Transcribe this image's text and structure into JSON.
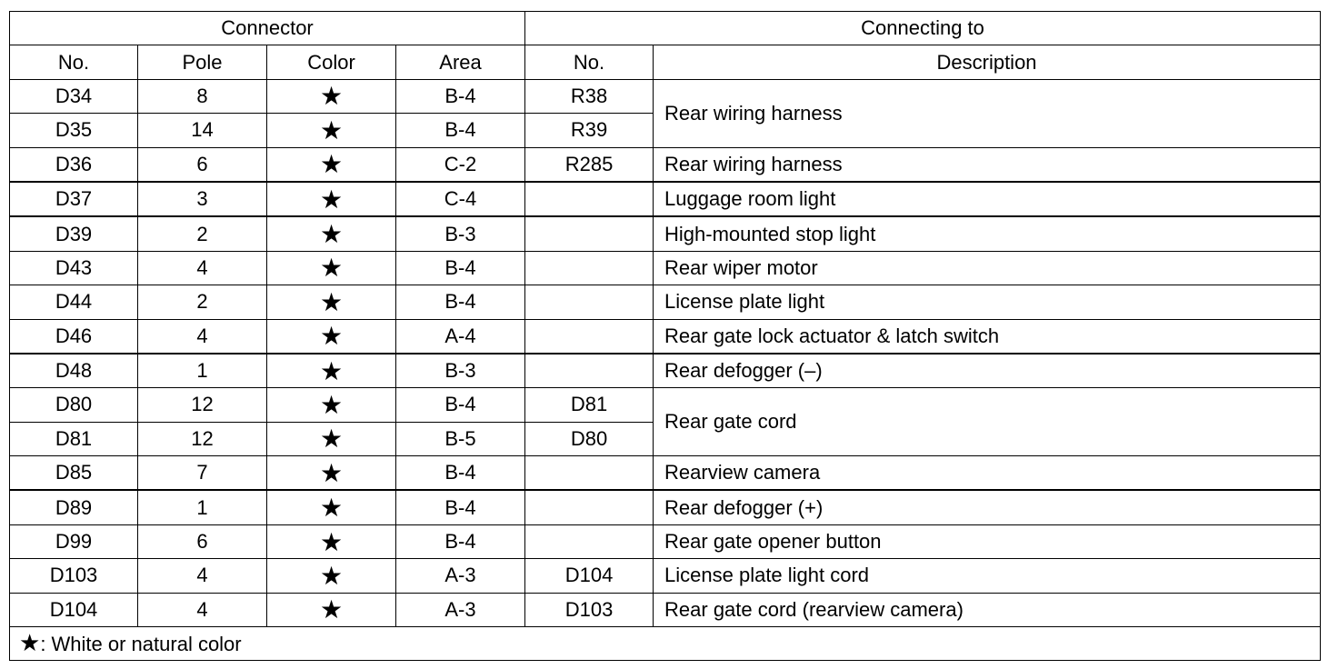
{
  "header": {
    "group_connector": "Connector",
    "group_connecting_to": "Connecting to",
    "col_no": "No.",
    "col_pole": "Pole",
    "col_color": "Color",
    "col_area": "Area",
    "col_to_no": "No.",
    "col_description": "Description"
  },
  "star_icon": "★",
  "rows": [
    {
      "no": "D34",
      "pole": "8",
      "area": "B-4",
      "to_no": "R38",
      "description": "Rear wiring harness",
      "desc_span": 2,
      "sep": false
    },
    {
      "no": "D35",
      "pole": "14",
      "area": "B-4",
      "to_no": "R39",
      "desc_span": 0,
      "sep": false
    },
    {
      "no": "D36",
      "pole": "6",
      "area": "C-2",
      "to_no": "R285",
      "description": "Rear wiring harness",
      "desc_span": 1,
      "sep": false
    },
    {
      "no": "D37",
      "pole": "3",
      "area": "C-4",
      "to_no": "",
      "description": "Luggage room light",
      "desc_span": 1,
      "sep": true
    },
    {
      "no": "D39",
      "pole": "2",
      "area": "B-3",
      "to_no": "",
      "description": "High-mounted stop light",
      "desc_span": 1,
      "sep": true
    },
    {
      "no": "D43",
      "pole": "4",
      "area": "B-4",
      "to_no": "",
      "description": "Rear wiper motor",
      "desc_span": 1,
      "sep": false
    },
    {
      "no": "D44",
      "pole": "2",
      "area": "B-4",
      "to_no": "",
      "description": "License plate light",
      "desc_span": 1,
      "sep": false
    },
    {
      "no": "D46",
      "pole": "4",
      "area": "A-4",
      "to_no": "",
      "description": "Rear gate lock actuator & latch switch",
      "desc_span": 1,
      "sep": false
    },
    {
      "no": "D48",
      "pole": "1",
      "area": "B-3",
      "to_no": "",
      "description": "Rear defogger (–)",
      "desc_span": 1,
      "sep": true
    },
    {
      "no": "D80",
      "pole": "12",
      "area": "B-4",
      "to_no": "D81",
      "description": "Rear gate cord",
      "desc_span": 2,
      "sep": false
    },
    {
      "no": "D81",
      "pole": "12",
      "area": "B-5",
      "to_no": "D80",
      "desc_span": 0,
      "sep": false
    },
    {
      "no": "D85",
      "pole": "7",
      "area": "B-4",
      "to_no": "",
      "description": "Rearview camera",
      "desc_span": 1,
      "sep": false
    },
    {
      "no": "D89",
      "pole": "1",
      "area": "B-4",
      "to_no": "",
      "description": "Rear defogger (+)",
      "desc_span": 1,
      "sep": true
    },
    {
      "no": "D99",
      "pole": "6",
      "area": "B-4",
      "to_no": "",
      "description": "Rear gate opener button",
      "desc_span": 1,
      "sep": false
    },
    {
      "no": "D103",
      "pole": "4",
      "area": "A-3",
      "to_no": "D104",
      "description": "License plate light cord",
      "desc_span": 1,
      "sep": false
    },
    {
      "no": "D104",
      "pole": "4",
      "area": "A-3",
      "to_no": "D103",
      "description": "Rear gate cord (rearview camera)",
      "desc_span": 1,
      "sep": false
    }
  ],
  "footer": {
    "legend_text": ": White or natural color"
  }
}
